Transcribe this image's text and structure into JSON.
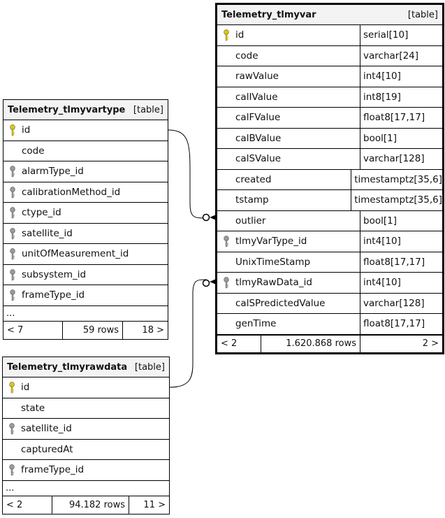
{
  "tables": {
    "tlmyvar": {
      "name": "Telemetry_tlmyvar",
      "kind": "[table]",
      "columns": [
        {
          "name": "id",
          "type": "serial[10]",
          "key": "primary"
        },
        {
          "name": "code",
          "type": "varchar[24]",
          "key": "none"
        },
        {
          "name": "rawValue",
          "type": "int4[10]",
          "key": "none"
        },
        {
          "name": "calIValue",
          "type": "int8[19]",
          "key": "none"
        },
        {
          "name": "calFValue",
          "type": "float8[17,17]",
          "key": "none"
        },
        {
          "name": "calBValue",
          "type": "bool[1]",
          "key": "none"
        },
        {
          "name": "calSValue",
          "type": "varchar[128]",
          "key": "none"
        },
        {
          "name": "created",
          "type": "timestamptz[35,6]",
          "key": "none"
        },
        {
          "name": "tstamp",
          "type": "timestamptz[35,6]",
          "key": "none"
        },
        {
          "name": "outlier",
          "type": "bool[1]",
          "key": "none"
        },
        {
          "name": "tlmyVarType_id",
          "type": "int4[10]",
          "key": "foreign"
        },
        {
          "name": "UnixTimeStamp",
          "type": "float8[17,17]",
          "key": "none"
        },
        {
          "name": "tlmyRawData_id",
          "type": "int4[10]",
          "key": "foreign"
        },
        {
          "name": "calSPredictedValue",
          "type": "varchar[128]",
          "key": "none"
        },
        {
          "name": "genTime",
          "type": "float8[17,17]",
          "key": "none"
        }
      ],
      "footer": {
        "prev": "< 2",
        "rows": "1.620.868 rows",
        "next": "2 >"
      }
    },
    "tlmyvartype": {
      "name": "Telemetry_tlmyvartype",
      "kind": "[table]",
      "columns": [
        {
          "name": "id",
          "key": "primary"
        },
        {
          "name": "code",
          "key": "none"
        },
        {
          "name": "alarmType_id",
          "key": "foreign"
        },
        {
          "name": "calibrationMethod_id",
          "key": "foreign"
        },
        {
          "name": "ctype_id",
          "key": "foreign"
        },
        {
          "name": "satellite_id",
          "key": "foreign"
        },
        {
          "name": "unitOfMeasurement_id",
          "key": "foreign"
        },
        {
          "name": "subsystem_id",
          "key": "foreign"
        },
        {
          "name": "frameType_id",
          "key": "foreign"
        }
      ],
      "ellipsis": "...",
      "footer": {
        "prev": "< 7",
        "rows": "59 rows",
        "next": "18 >"
      }
    },
    "tlmyrawdata": {
      "name": "Telemetry_tlmyrawdata",
      "kind": "[table]",
      "columns": [
        {
          "name": "id",
          "key": "primary"
        },
        {
          "name": "state",
          "key": "none"
        },
        {
          "name": "satellite_id",
          "key": "foreign"
        },
        {
          "name": "capturedAt",
          "key": "none"
        },
        {
          "name": "frameType_id",
          "key": "foreign"
        }
      ],
      "ellipsis": "...",
      "footer": {
        "prev": "< 2",
        "rows": "94.182 rows",
        "next": "11 >"
      }
    }
  },
  "colors": {
    "primary_key": "#e0c800",
    "foreign_key": "#9a9a9a",
    "header_bg": "#f3f3f3"
  }
}
